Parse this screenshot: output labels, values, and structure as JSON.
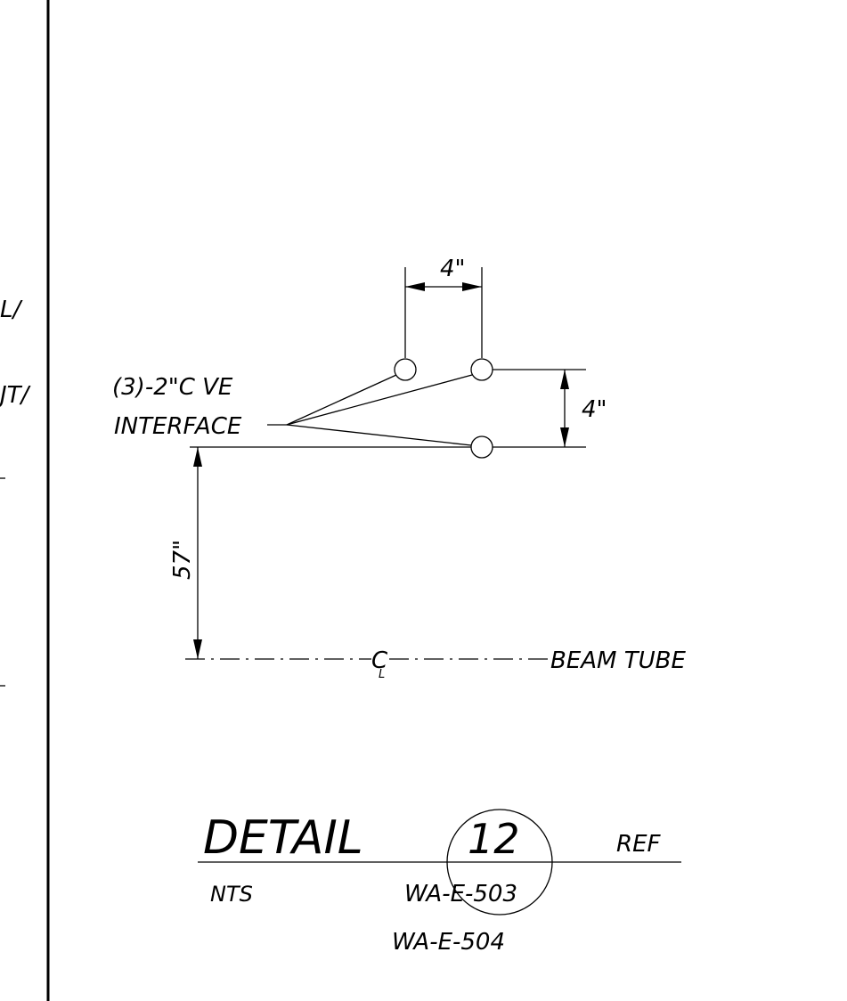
{
  "detail": {
    "spacing_horizontal_label": "4\"",
    "spacing_vertical_label": "4\"",
    "conduit_callout_line1": "(3)-2\"C VE",
    "conduit_callout_line2": "INTERFACE",
    "height_label": "57\"",
    "centerline_symbol": "C",
    "centerline_symbol_sub": "L",
    "beam_tube_label": "BEAM TUBE"
  },
  "title_block": {
    "title": "DETAIL",
    "number": "12",
    "ref": "REF",
    "scale": "NTS",
    "sheet_1": "WA-E-503",
    "sheet_2": "WA-E-504"
  },
  "left_margin_fragments": {
    "fragment_1": "L/",
    "fragment_2": "JT/"
  },
  "colors": {
    "ink": "#000000",
    "paper": "#ffffff"
  }
}
